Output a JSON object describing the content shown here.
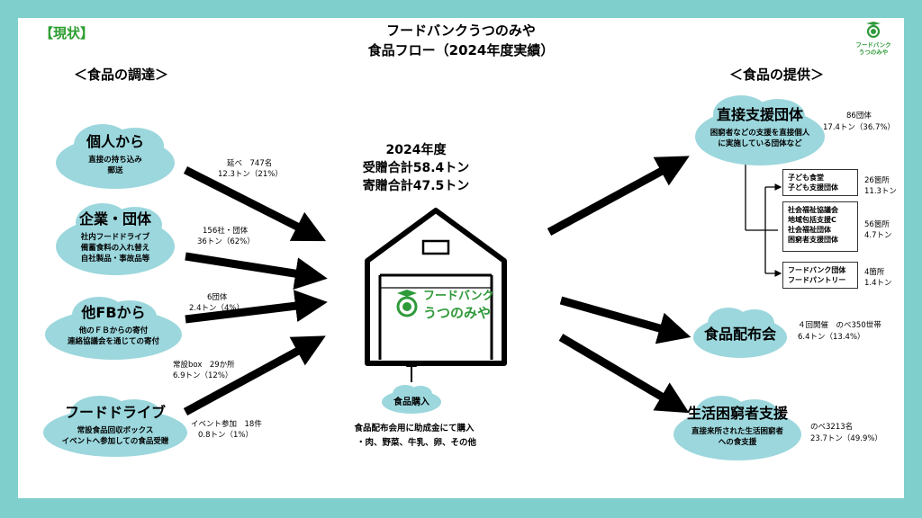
{
  "status_label": "【現状】",
  "title_line1": "フードバンクうつのみや",
  "title_line2": "食品フロー（2024年度実績）",
  "section_sourcing": "＜食品の調達＞",
  "section_provision": "＜食品の提供＞",
  "logo": {
    "line1": "フードバンク",
    "line2": "うつのみや",
    "warehouse_line1": "フードバンク",
    "warehouse_line2": "うつのみや"
  },
  "sources": [
    {
      "title": "個人から",
      "desc": [
        "直接の持ち込み",
        "郵送"
      ],
      "stat1": "延べ　747名",
      "stat2": "12.3トン（21%）"
    },
    {
      "title": "企業・団体",
      "desc": [
        "社内フードドライブ",
        "備蓄食料の入れ替え",
        "自社製品・事故品等"
      ],
      "stat1": "156社・団体",
      "stat2": "36トン（62%）"
    },
    {
      "title": "他FBから",
      "desc": [
        "他のＦＢからの寄付",
        "連絡協議会を通じての寄付"
      ],
      "stat1": "6団体",
      "stat2": "2.4トン（4%）"
    },
    {
      "title": "フードドライブ",
      "desc": [
        "常設食品回収ボックス",
        "イベントへ参加しての食品受贈"
      ],
      "stat_box1": "常設box　29か所",
      "stat_box2": "6.9トン（12%）",
      "stat_ev1": "イベント参加　18件",
      "stat_ev2": "0.8トン（1%）"
    }
  ],
  "center": {
    "year": "2024年度",
    "received": "受贈合計58.4トン",
    "donated": "寄贈合計47.5トン"
  },
  "purchase": {
    "label": "食品購入",
    "note1": "食品配布会用に助成金にて購入",
    "note2": "・肉、野菜、牛乳、卵、その他"
  },
  "direct": {
    "title": "直接支援団体",
    "desc1": "困窮者などの支援を直接個人",
    "desc2": "に実施している団体など",
    "stat1": "86団体",
    "stat2": "17.4トン（36.7%）"
  },
  "sub_boxes": [
    {
      "lines": [
        "子ども食堂",
        "子ども支援団体"
      ],
      "stat1": "26箇所",
      "stat2": "11.3トン"
    },
    {
      "lines": [
        "社会福祉協議会",
        "地域包括支援C",
        "社会福祉団体",
        "困窮者支援団体"
      ],
      "stat1": "56箇所",
      "stat2": "4.7トン"
    },
    {
      "lines": [
        "フードバンク団体",
        "フードパントリー"
      ],
      "stat1": "4箇所",
      "stat2": "1.4トン"
    }
  ],
  "distribution": {
    "title": "食品配布会",
    "stat1": "４回開催　のべ350世帯",
    "stat2": "6.4トン（13.4%）"
  },
  "support": {
    "title": "生活困窮者支援",
    "desc1": "直接来所された生活困窮者",
    "desc2": "への食支援",
    "stat1": "のべ3213名",
    "stat2": "23.7トン（49.9%）"
  },
  "colors": {
    "frame": "#7fcfcc",
    "cloud": "#9bd7dd",
    "logo_green": "#2f9a3a",
    "status_green": "#2c9e2f"
  }
}
